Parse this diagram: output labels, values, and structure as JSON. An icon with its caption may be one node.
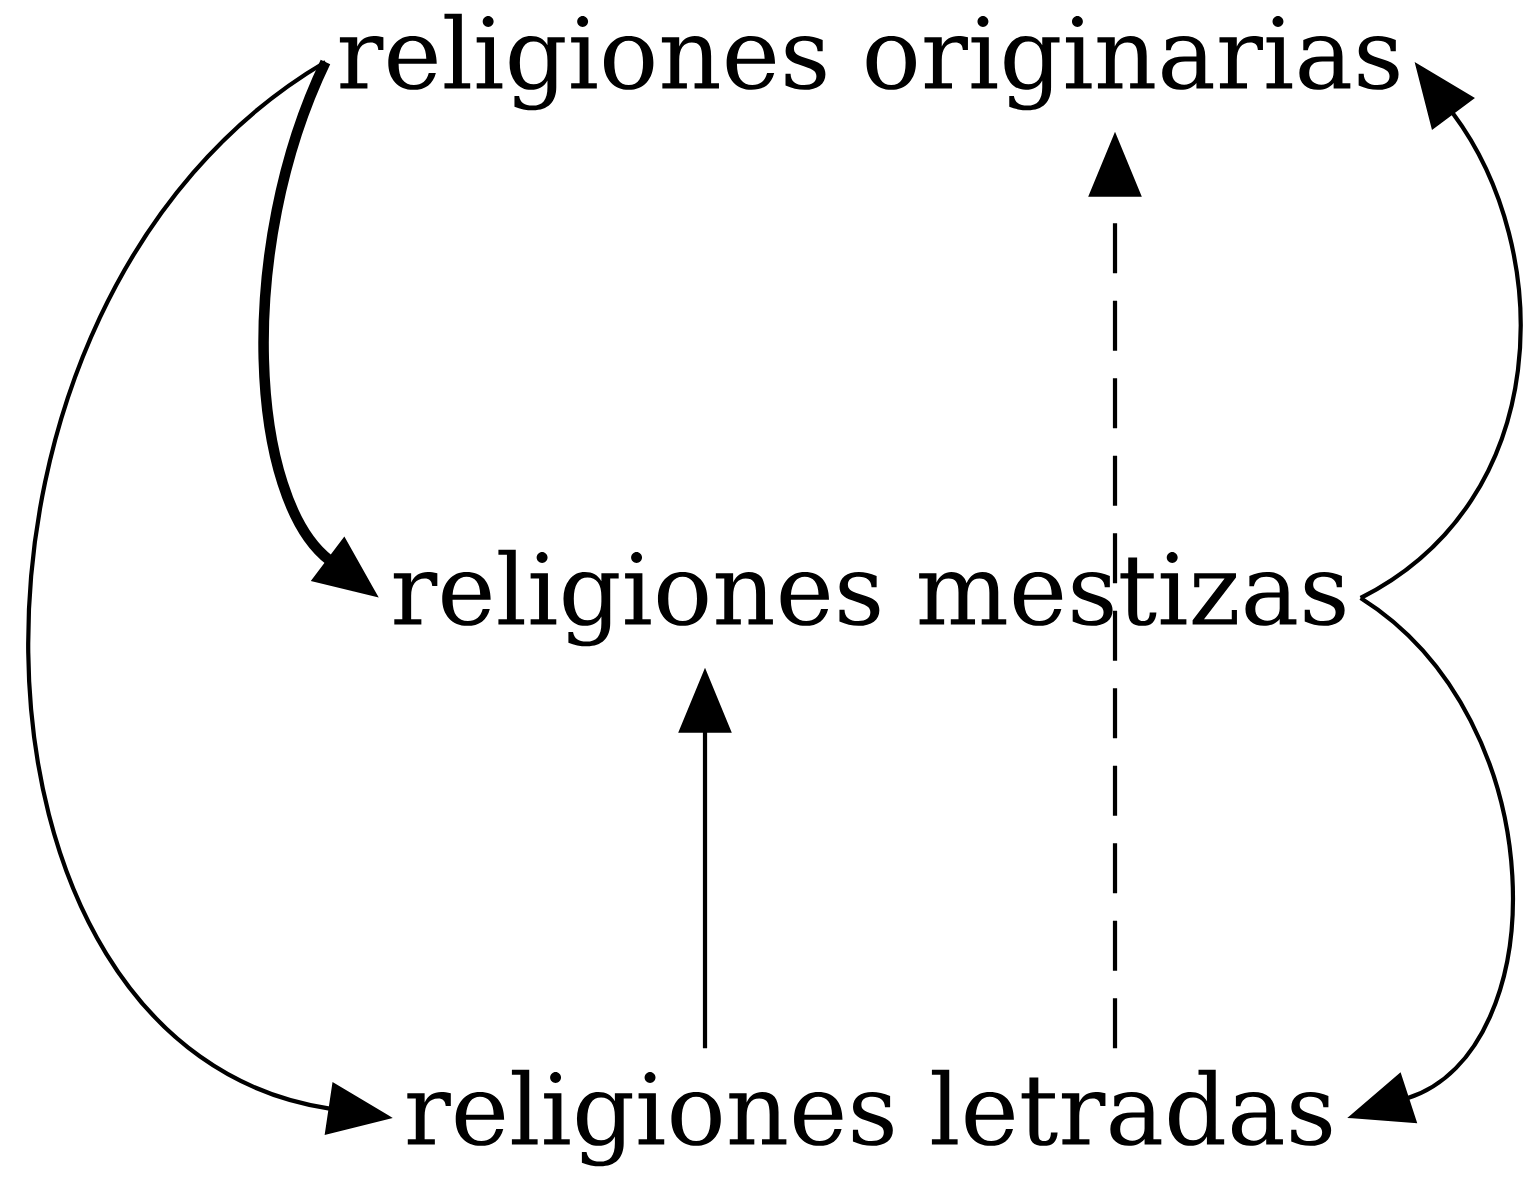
{
  "diagram": {
    "nodes": [
      {
        "text": [
          "religiones originarias"
        ]
      },
      {
        "text": [
          "religiones mestizas"
        ]
      },
      {
        "text": [
          "religiones letradas"
        ]
      }
    ],
    "edges": [
      {
        "from": 0,
        "to": 2,
        "arrow": "to"
      },
      {
        "from": 0,
        "to": 1,
        "arrow": "to",
        "style": "thick"
      },
      {
        "from": 2,
        "to": 1,
        "arrow": "to"
      },
      {
        "from": 2,
        "to": 0,
        "arrow": "to",
        "style": "dashed"
      },
      {
        "from": 1,
        "to": 0,
        "arrow": "to"
      },
      {
        "from": 1,
        "to": 2,
        "arrow": "to"
      }
    ]
  }
}
